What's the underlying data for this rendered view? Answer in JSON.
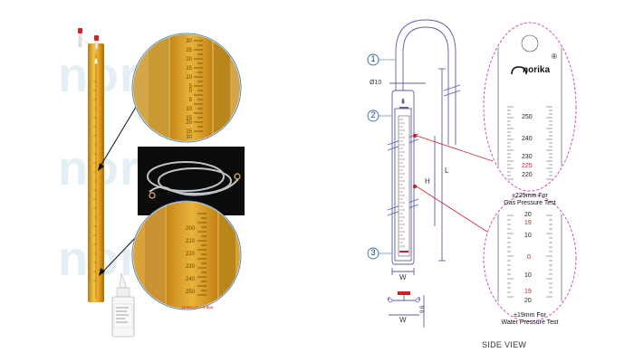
{
  "watermark": {
    "text": "norika"
  },
  "left_panel": {
    "top_zoom_scale": [
      "30",
      "25",
      "20",
      "15",
      "10",
      "5",
      "0",
      "5",
      "10",
      "15",
      "20",
      "25",
      "30"
    ],
    "bottom_zoom_scale": [
      "200",
      "210",
      "220",
      "230",
      "240",
      "250"
    ],
    "bottom_zoom_unit": "1mmH₂O = 9.8pa",
    "top_zoom_side_marks": [
      "15",
      "15"
    ]
  },
  "diagram": {
    "callouts": [
      "1",
      "2",
      "3"
    ],
    "diameter_label": "Ø10",
    "dim_L": "L",
    "dim_H": "H",
    "dim_W_front": "W",
    "dim_W_base": "W",
    "dim_base_height": "9.6",
    "side_view_label": "SIDE VIEW",
    "brand": "norika",
    "registered": "®",
    "gas_scale": [
      "250",
      "240",
      "230",
      "225",
      "220"
    ],
    "water_scale": [
      "20",
      "19",
      "10",
      "0",
      "10",
      "19",
      "20"
    ],
    "gas_caption_1": "±225mm For",
    "gas_caption_2": "Gas Pressure Test",
    "water_caption_1": "±19mm For",
    "water_caption_2": "Water Pressure Test"
  },
  "colors": {
    "gold": "#e8a923",
    "gold_dark": "#b87a10",
    "red": "#d0202a",
    "diagram_line": "#5b5ea8",
    "pink_dashed": "#d050c0",
    "callout_blue": "#2a6fb0"
  }
}
